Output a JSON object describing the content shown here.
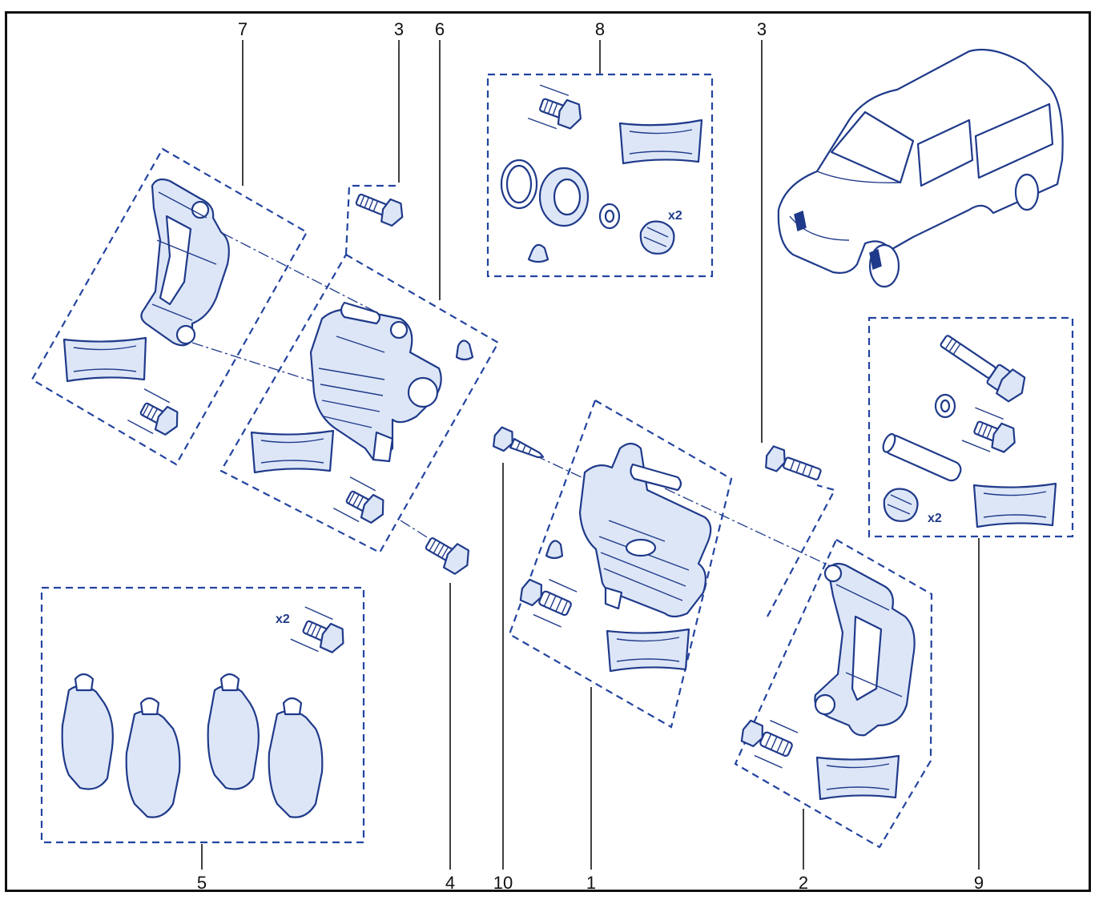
{
  "diagram": {
    "callouts": [
      "7",
      "3",
      "6",
      "8",
      "3",
      "5",
      "4",
      "10",
      "1",
      "2",
      "9"
    ],
    "quantity_labels": {
      "kit_8": "x2",
      "kit_9": "x2",
      "kit_5": "x2"
    },
    "colors": {
      "line_art": "#1f3a8a",
      "dashed_frames": "#2344a0",
      "callout_text": "#111111",
      "border": "#111111"
    },
    "icons": [
      "caliper-bracket-icon",
      "brake-caliper-icon",
      "bolt-icon",
      "grease-sachet-icon",
      "piston-seal-icon",
      "dust-cap-icon",
      "guide-pin-icon",
      "brake-pad-icon",
      "van-icon"
    ]
  }
}
